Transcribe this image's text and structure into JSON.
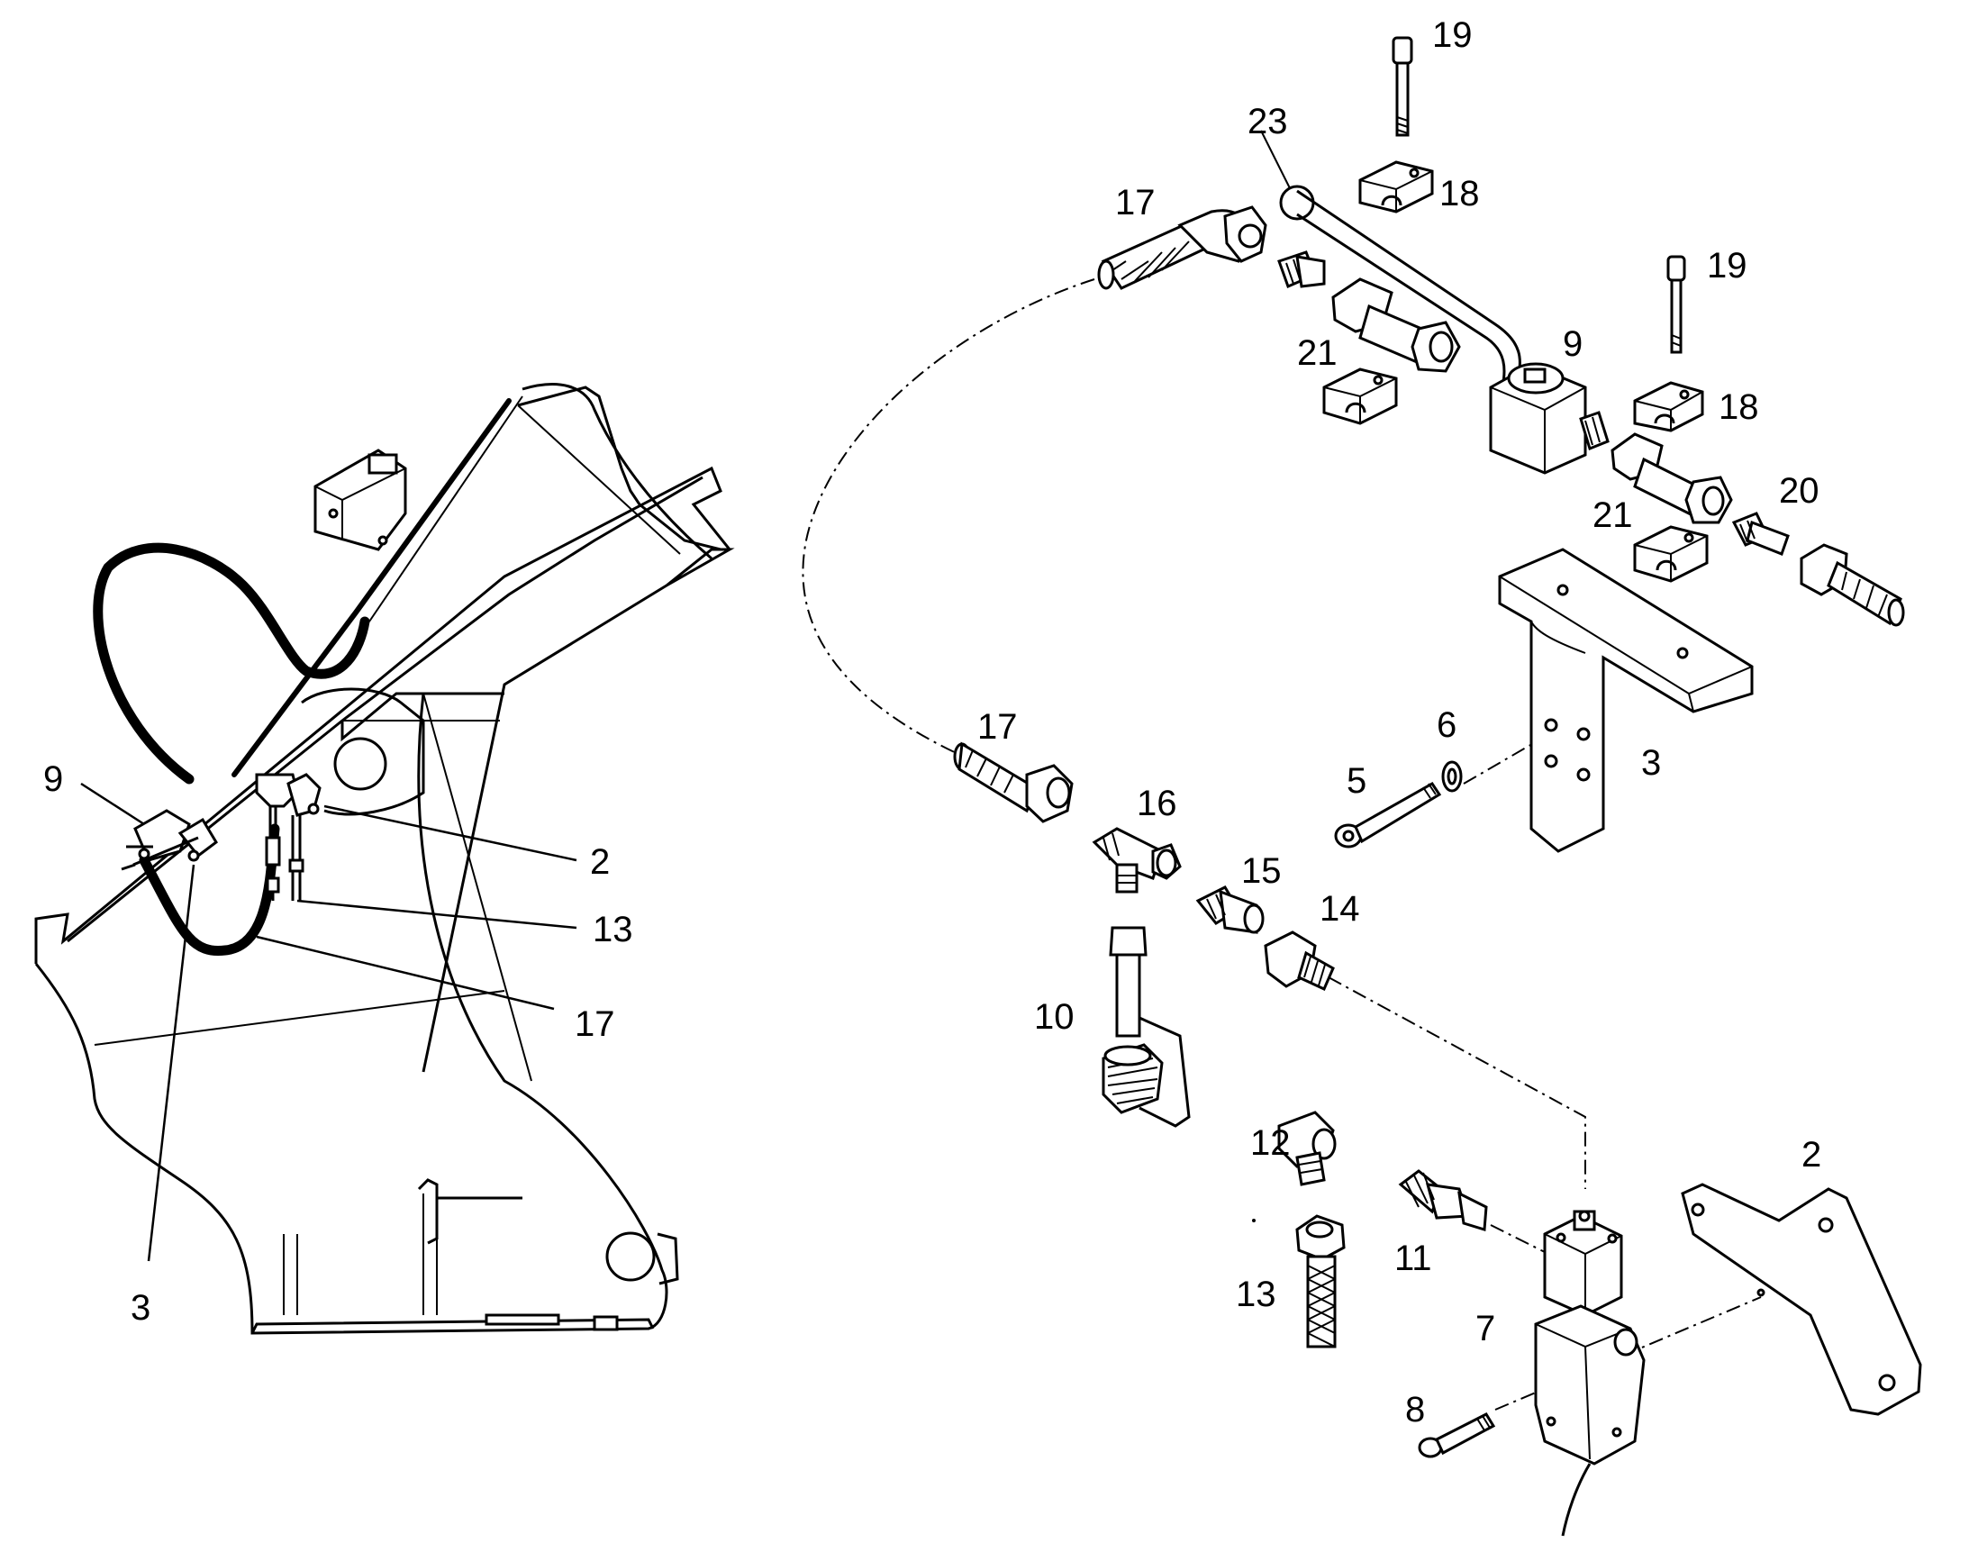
{
  "callouts": {
    "left": {
      "c9": "9",
      "c2": "2",
      "c13": "13",
      "c17": "17",
      "c3": "3"
    },
    "right": {
      "c19a": "19",
      "c23": "23",
      "c18a": "18",
      "c17a": "17",
      "c19b": "19",
      "c9": "9",
      "c21a": "21",
      "c18b": "18",
      "c20": "20",
      "c21b": "21",
      "c17b": "17",
      "c6": "6",
      "c3": "3",
      "c5": "5",
      "c16": "16",
      "c15": "15",
      "c14": "14",
      "c10": "10",
      "c12": "12",
      "c2": "2",
      "c11": "11",
      "c13": "13",
      "c7": "7",
      "c8": "8"
    }
  }
}
